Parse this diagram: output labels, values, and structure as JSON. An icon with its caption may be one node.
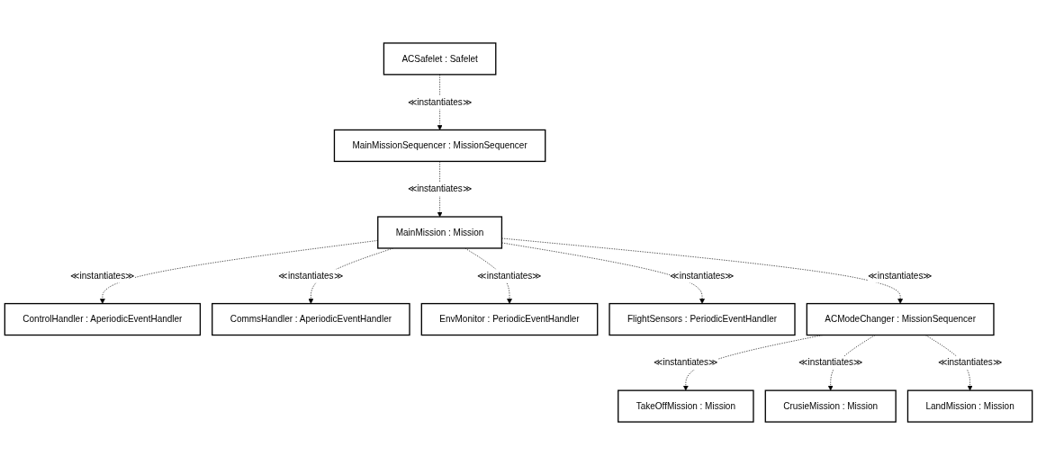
{
  "diagram": {
    "nodes": [
      {
        "text": [
          "ACSafelet : Safelet"
        ]
      },
      {
        "text": [
          "MainMissionSequencer : MissionSequencer"
        ]
      },
      {
        "text": [
          "MainMission : Mission"
        ]
      },
      {
        "text": [
          "ControlHandler : AperiodicEventHandler"
        ]
      },
      {
        "text": [
          "CommsHandler : AperiodicEventHandler"
        ]
      },
      {
        "text": [
          "EnvMonitor : PeriodicEventHandler"
        ]
      },
      {
        "text": [
          "FlightSensors : PeriodicEventHandler"
        ]
      },
      {
        "text": [
          "ACModeChanger : MissionSequencer"
        ]
      },
      {
        "text": [
          "TakeOffMission : Mission"
        ]
      },
      {
        "text": [
          "CrusieMission : Mission"
        ]
      },
      {
        "text": [
          "LandMission : Mission"
        ]
      }
    ],
    "edges": [
      {
        "from": 0,
        "to": 1,
        "arrow": "to",
        "label": "≪instantiates≫",
        "style": "dashed"
      },
      {
        "from": 1,
        "to": 2,
        "arrow": "to",
        "label": "≪instantiates≫",
        "style": "dashed"
      },
      {
        "from": 2,
        "to": 3,
        "arrow": "to",
        "label": "≪instantiates≫",
        "style": "dashed"
      },
      {
        "from": 2,
        "to": 4,
        "arrow": "to",
        "label": "≪instantiates≫",
        "style": "dashed"
      },
      {
        "from": 2,
        "to": 5,
        "arrow": "to",
        "label": "≪instantiates≫",
        "style": "dashed"
      },
      {
        "from": 2,
        "to": 6,
        "arrow": "to",
        "label": "≪instantiates≫",
        "style": "dashed"
      },
      {
        "from": 2,
        "to": 7,
        "arrow": "to",
        "label": "≪instantiates≫",
        "style": "dashed"
      },
      {
        "from": 7,
        "to": 8,
        "arrow": "to",
        "label": "≪instantiates≫",
        "style": "dashed"
      },
      {
        "from": 7,
        "to": 9,
        "arrow": "to",
        "label": "≪instantiates≫",
        "style": "dashed"
      },
      {
        "from": 7,
        "to": 10,
        "arrow": "to",
        "label": "≪instantiates≫",
        "style": "dashed"
      }
    ]
  }
}
